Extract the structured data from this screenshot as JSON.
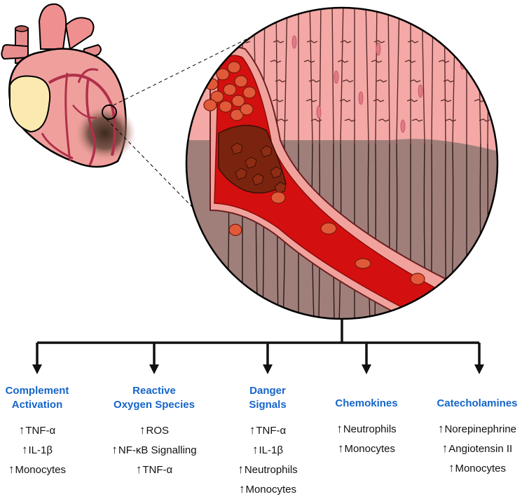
{
  "columns": [
    {
      "title_lines": [
        "Complement",
        "Activation"
      ],
      "items": [
        "TNF-α",
        "IL-1β",
        "Monocytes"
      ]
    },
    {
      "title_lines": [
        "Reactive",
        "Oxygen Species"
      ],
      "items": [
        "ROS",
        "NF-κB Signalling",
        "TNF-α"
      ]
    },
    {
      "title_lines": [
        "Danger",
        "Signals"
      ],
      "items": [
        "TNF-α",
        "IL-1β",
        "Neutrophils",
        "Monocytes"
      ]
    },
    {
      "title_lines": [
        "Chemokines"
      ],
      "items": [
        "Neutrophils",
        "Monocytes"
      ]
    },
    {
      "title_lines": [
        "Catecholamines"
      ],
      "items": [
        "Norepinephrine",
        "Angiotensin II",
        "Monocytes"
      ]
    }
  ],
  "arrow_symbol": "↑",
  "colors": {
    "title_blue": "#1565c9",
    "muscle_pink": "#f4a9a6",
    "infarct_gray": "#9a7b78",
    "blood_red": "#d40f0f",
    "clot_brown": "#7a2410"
  }
}
